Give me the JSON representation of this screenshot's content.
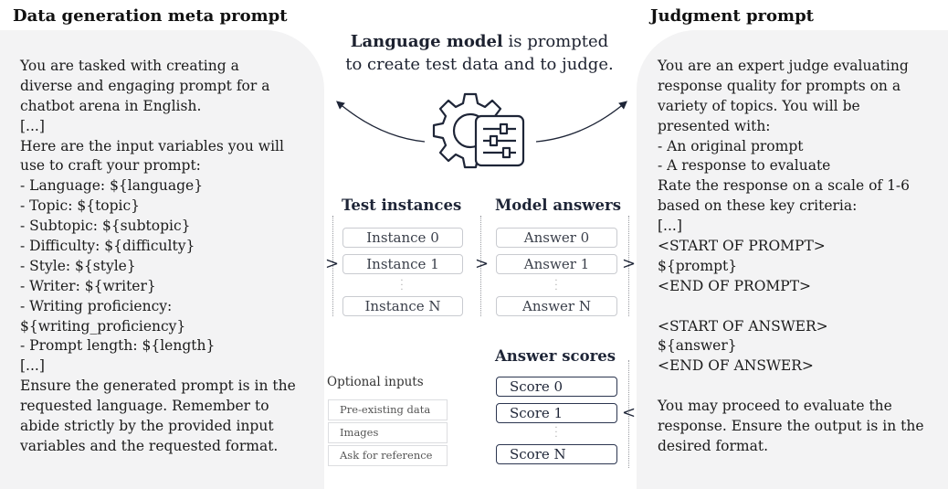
{
  "left": {
    "heading": "Data generation meta prompt",
    "lines": [
      "You are tasked with creating a",
      "diverse and engaging prompt for a",
      "chatbot arena in English.",
      "[...]",
      "Here are the input variables you will",
      "use to craft your prompt:",
      "- Language: ${language}",
      "- Topic: ${topic}",
      "- Subtopic: ${subtopic}",
      "- Difficulty: ${difficulty}",
      "- Style: ${style}",
      "- Writer: ${writer}",
      "- Writing proficiency:",
      "${writing_proficiency}",
      "- Prompt length: ${length}",
      "[...]",
      "Ensure the generated prompt is in the",
      "requested language. Remember to",
      "abide strictly by the provided input",
      "variables and the requested format."
    ]
  },
  "right": {
    "heading": "Judgment prompt",
    "lines": [
      "You are an expert judge evaluating",
      "response quality for prompts on a",
      "variety of topics. You will be",
      "presented with:",
      "- An original prompt",
      "- A response to evaluate",
      "Rate the response on a scale of 1-6",
      "based on these key criteria:",
      "[...]",
      "<START OF PROMPT>",
      "${prompt}",
      "<END OF PROMPT>",
      "",
      "<START OF ANSWER>",
      "${answer}",
      "<END OF ANSWER>",
      "",
      "You may proceed to evaluate the",
      "response. Ensure the output is in the",
      "desired format."
    ]
  },
  "center": {
    "title_bold": "Language model",
    "title_rest": " is prompted",
    "title_line2": "to create test data and to judge.",
    "icon": "gear-sliders-icon"
  },
  "test_instances": {
    "title": "Test instances",
    "items": [
      "Instance 0",
      "Instance 1",
      "Instance N"
    ]
  },
  "model_answers": {
    "title": "Model answers",
    "items": [
      "Answer 0",
      "Answer 1",
      "Answer N"
    ]
  },
  "answer_scores": {
    "title": "Answer scores",
    "items": [
      "Score 0",
      "Score 1",
      "Score N"
    ]
  },
  "optional_inputs": {
    "title": "Optional inputs",
    "items": [
      "Pre-existing data",
      "Images",
      "Ask for reference"
    ]
  },
  "arrows": {
    "chevron_right": ">",
    "chevron_left": "<"
  },
  "colors": {
    "panel_bg": "#f3f3f4",
    "arrow": "#1e2537",
    "box_border": "#c9cbd0"
  }
}
